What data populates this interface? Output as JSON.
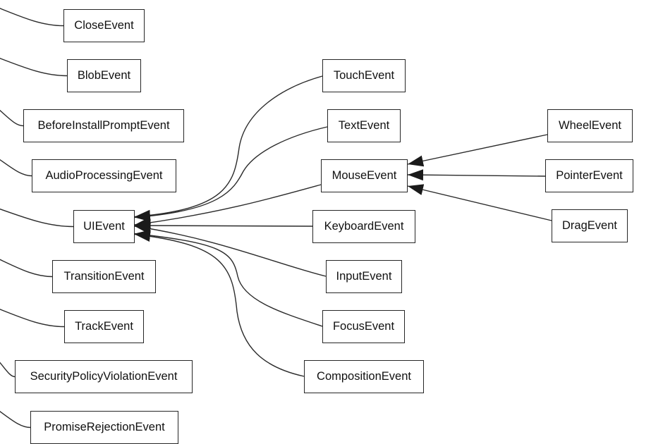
{
  "diagram": {
    "type": "class-inheritance-graph",
    "topic": "DOM Event interface hierarchy",
    "colors": {
      "background": "#ffffff",
      "edge": "#2b2b2b",
      "node_border": "#262626",
      "node_fill": "#ffffff",
      "node_text": "#111111",
      "arrowhead": "#1a1a1a"
    },
    "nodes": {
      "close": {
        "label": "CloseEvent"
      },
      "blob": {
        "label": "BlobEvent"
      },
      "beforeinstallprompt": {
        "label": "BeforeInstallPromptEvent"
      },
      "audioprocessing": {
        "label": "AudioProcessingEvent"
      },
      "ui": {
        "label": "UIEvent"
      },
      "transition": {
        "label": "TransitionEvent"
      },
      "track": {
        "label": "TrackEvent"
      },
      "securitypolicyviolation": {
        "label": "SecurityPolicyViolationEvent"
      },
      "promiserejection": {
        "label": "PromiseRejectionEvent"
      },
      "touch": {
        "label": "TouchEvent"
      },
      "text": {
        "label": "TextEvent"
      },
      "mouse": {
        "label": "MouseEvent"
      },
      "keyboard": {
        "label": "KeyboardEvent"
      },
      "input": {
        "label": "InputEvent"
      },
      "focus": {
        "label": "FocusEvent"
      },
      "composition": {
        "label": "CompositionEvent"
      },
      "wheel": {
        "label": "WheelEvent"
      },
      "pointer": {
        "label": "PointerEvent"
      },
      "drag": {
        "label": "DragEvent"
      }
    },
    "edges": [
      {
        "from": "TouchEvent",
        "to": "UIEvent",
        "arrow": true
      },
      {
        "from": "TextEvent",
        "to": "UIEvent",
        "arrow": true
      },
      {
        "from": "MouseEvent",
        "to": "UIEvent",
        "arrow": true
      },
      {
        "from": "KeyboardEvent",
        "to": "UIEvent",
        "arrow": true
      },
      {
        "from": "InputEvent",
        "to": "UIEvent",
        "arrow": true
      },
      {
        "from": "FocusEvent",
        "to": "UIEvent",
        "arrow": true
      },
      {
        "from": "CompositionEvent",
        "to": "UIEvent",
        "arrow": true
      },
      {
        "from": "WheelEvent",
        "to": "MouseEvent",
        "arrow": true
      },
      {
        "from": "PointerEvent",
        "to": "MouseEvent",
        "arrow": true
      },
      {
        "from": "DragEvent",
        "to": "MouseEvent",
        "arrow": true
      },
      {
        "from": "CloseEvent",
        "to": "offscreen-left",
        "arrow": false
      },
      {
        "from": "BlobEvent",
        "to": "offscreen-left",
        "arrow": false
      },
      {
        "from": "BeforeInstallPromptEvent",
        "to": "offscreen-left",
        "arrow": false
      },
      {
        "from": "AudioProcessingEvent",
        "to": "offscreen-left",
        "arrow": false
      },
      {
        "from": "UIEvent",
        "to": "offscreen-left",
        "arrow": false
      },
      {
        "from": "TransitionEvent",
        "to": "offscreen-left",
        "arrow": false
      },
      {
        "from": "TrackEvent",
        "to": "offscreen-left",
        "arrow": false
      },
      {
        "from": "SecurityPolicyViolationEvent",
        "to": "offscreen-left",
        "arrow": false
      },
      {
        "from": "PromiseRejectionEvent",
        "to": "offscreen-left",
        "arrow": false
      }
    ]
  }
}
